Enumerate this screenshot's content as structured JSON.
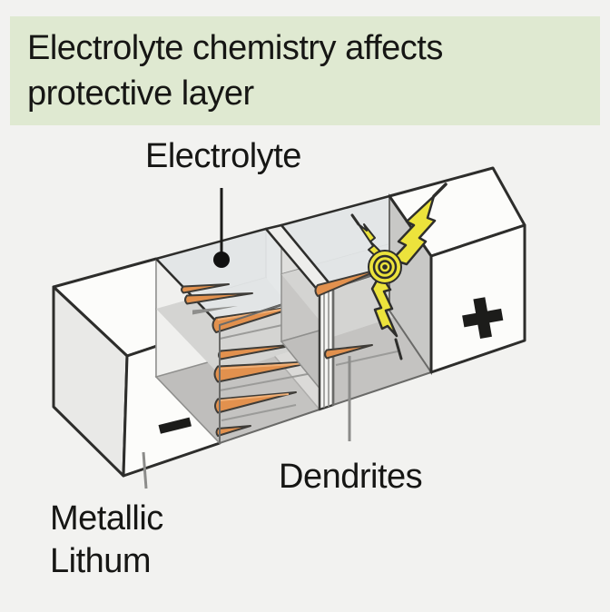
{
  "page": {
    "background_color": "#f2f2f0"
  },
  "header": {
    "title_line1": "Electrolyte chemistry affects",
    "title_line2": "protective layer",
    "background_color": "#dfe9d1"
  },
  "diagram": {
    "labels": {
      "electrolyte": "Electrolyte",
      "dendrites": "Dendrites",
      "metallic_lithium_line1": "Metallic",
      "metallic_lithium_line2": "Lithum"
    },
    "electrodes": {
      "negative_sign": "−",
      "positive_sign": "+"
    },
    "colors": {
      "dendrite_orange": "#e2914e",
      "lightning_yellow": "#ece33c",
      "outline_dark": "#2d2d2b",
      "electrode_white": "#fcfcfa",
      "interior_gray": "#c8c7c5",
      "electrolyte_top_tint": "#e3e7e8"
    }
  }
}
